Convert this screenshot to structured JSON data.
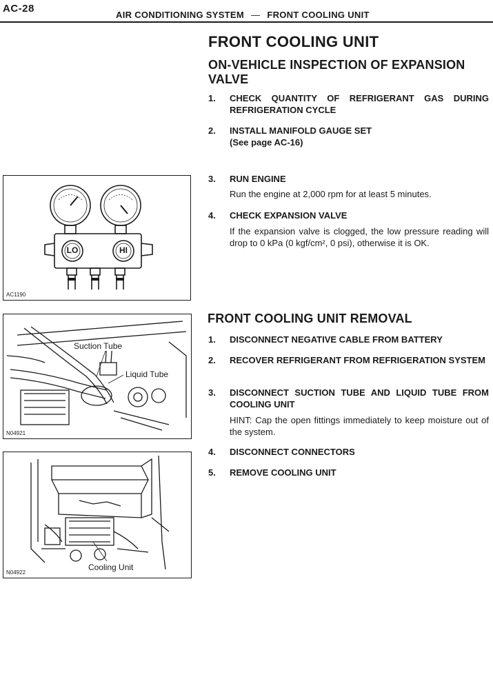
{
  "header": {
    "page_number": "AC-28",
    "section": "AIR CONDITIONING SYSTEM",
    "separator": "—",
    "subsection": "FRONT COOLING UNIT"
  },
  "main_title": "FRONT COOLING UNIT",
  "inspection": {
    "heading": "ON-VEHICLE INSPECTION OF EXPANSION VALVE",
    "steps": [
      {
        "num": "1.",
        "title": "CHECK QUANTITY OF REFRIGERANT GAS DURING REFRIGERATION CYCLE"
      },
      {
        "num": "2.",
        "title": "INSTALL MANIFOLD GAUGE SET",
        "sub": "(See page AC-16)"
      },
      {
        "num": "3.",
        "title": "RUN ENGINE",
        "body": "Run the engine at 2,000 rpm for at least 5 minutes."
      },
      {
        "num": "4.",
        "title": "CHECK EXPANSION VALVE",
        "body": "If the expansion valve is clogged, the low pressure reading will drop to 0 kPa (0 kgf/cm², 0 psi), otherwise it is OK."
      }
    ]
  },
  "removal": {
    "heading": "FRONT COOLING UNIT REMOVAL",
    "steps": [
      {
        "num": "1.",
        "title": "DISCONNECT NEGATIVE CABLE FROM BATTERY"
      },
      {
        "num": "2.",
        "title": "RECOVER REFRIGERANT FROM REFRIGERATION SYSTEM"
      },
      {
        "num": "3.",
        "title": "DISCONNECT SUCTION TUBE AND LIQUID TUBE FROM COOLING UNIT",
        "body": "HINT:   Cap the open fittings immediately to keep moisture out of the system."
      },
      {
        "num": "4.",
        "title": "DISCONNECT CONNECTORS"
      },
      {
        "num": "5.",
        "title": "REMOVE COOLING UNIT"
      }
    ]
  },
  "figures": [
    {
      "code": "AC1190",
      "gauge_lo": "LO",
      "gauge_hi": "HI"
    },
    {
      "code": "N04921",
      "labels": [
        "Suction Tube",
        "Liquid Tube"
      ]
    },
    {
      "code": "N04922",
      "labels": [
        "Cooling Unit"
      ]
    }
  ]
}
